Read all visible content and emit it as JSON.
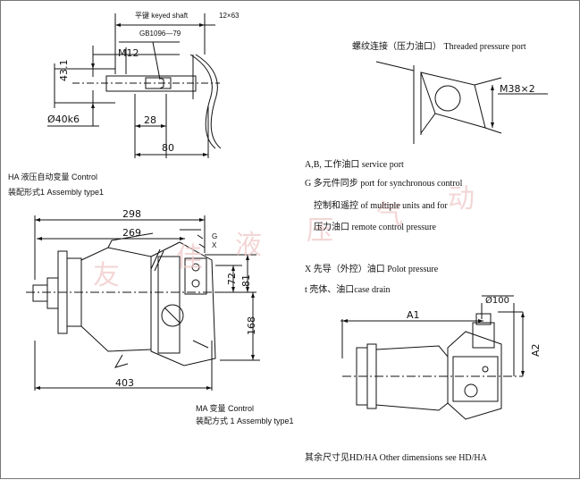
{
  "watermark": [
    "友",
    "佳",
    "液",
    "压",
    "气",
    "动"
  ],
  "shaft": {
    "key_label": "平键 keyed shaft",
    "key_size": "12×63",
    "standard": "GB1096—79",
    "thread": "M12",
    "key_height": "43.1",
    "diameter": "Ø40k6",
    "key_length": "28",
    "length": "80"
  },
  "left": {
    "ha_control": "HA 液压自动变量 Control",
    "ha_assembly": "装配形式1 Assembly type1",
    "dim_overall": "298",
    "dim_body": "269",
    "port_g": "G",
    "port_x": "X",
    "dim_72": "72",
    "dim_81": "81",
    "dim_168": "168",
    "dim_403": "403",
    "ma_control": "MA 变量 Control",
    "ma_assembly": "装配方式 1 Assembly type1"
  },
  "right": {
    "threaded_port": "螺纹连接（压力油口） Threaded pressure port",
    "thread_dim": "M38×2",
    "port_ab": "A,B, 工作油口 service port",
    "port_g_line1": "G 多元件同步 port for synchronous control",
    "port_g_line2": "控制和遥控 of multiple units and for",
    "port_g_line3": "压力油口   remote control pressure",
    "port_x": "X 先导（外控）油口   Polot pressure",
    "case_drain": "t 壳体、油口case drain",
    "dim_a1": "A1",
    "dim_d100": "Ø100",
    "dim_a2": "A2",
    "other_dims": "其余尺寸见HD/HA Other dimensions see HD/HA"
  }
}
